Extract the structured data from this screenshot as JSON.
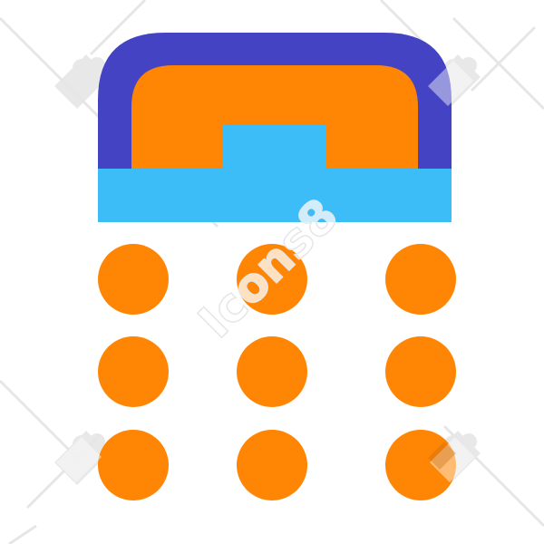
{
  "icon": {
    "name": "dial-pad-icon",
    "colors": {
      "outer_frame": "#4343C4",
      "handset": "#FF8605",
      "base": "#3DBDF7",
      "keys": "#FF8605"
    },
    "keypad": {
      "rows": 3,
      "columns": 3
    }
  },
  "watermark": {
    "text": "Icons8",
    "color": "#E6E6E6"
  }
}
